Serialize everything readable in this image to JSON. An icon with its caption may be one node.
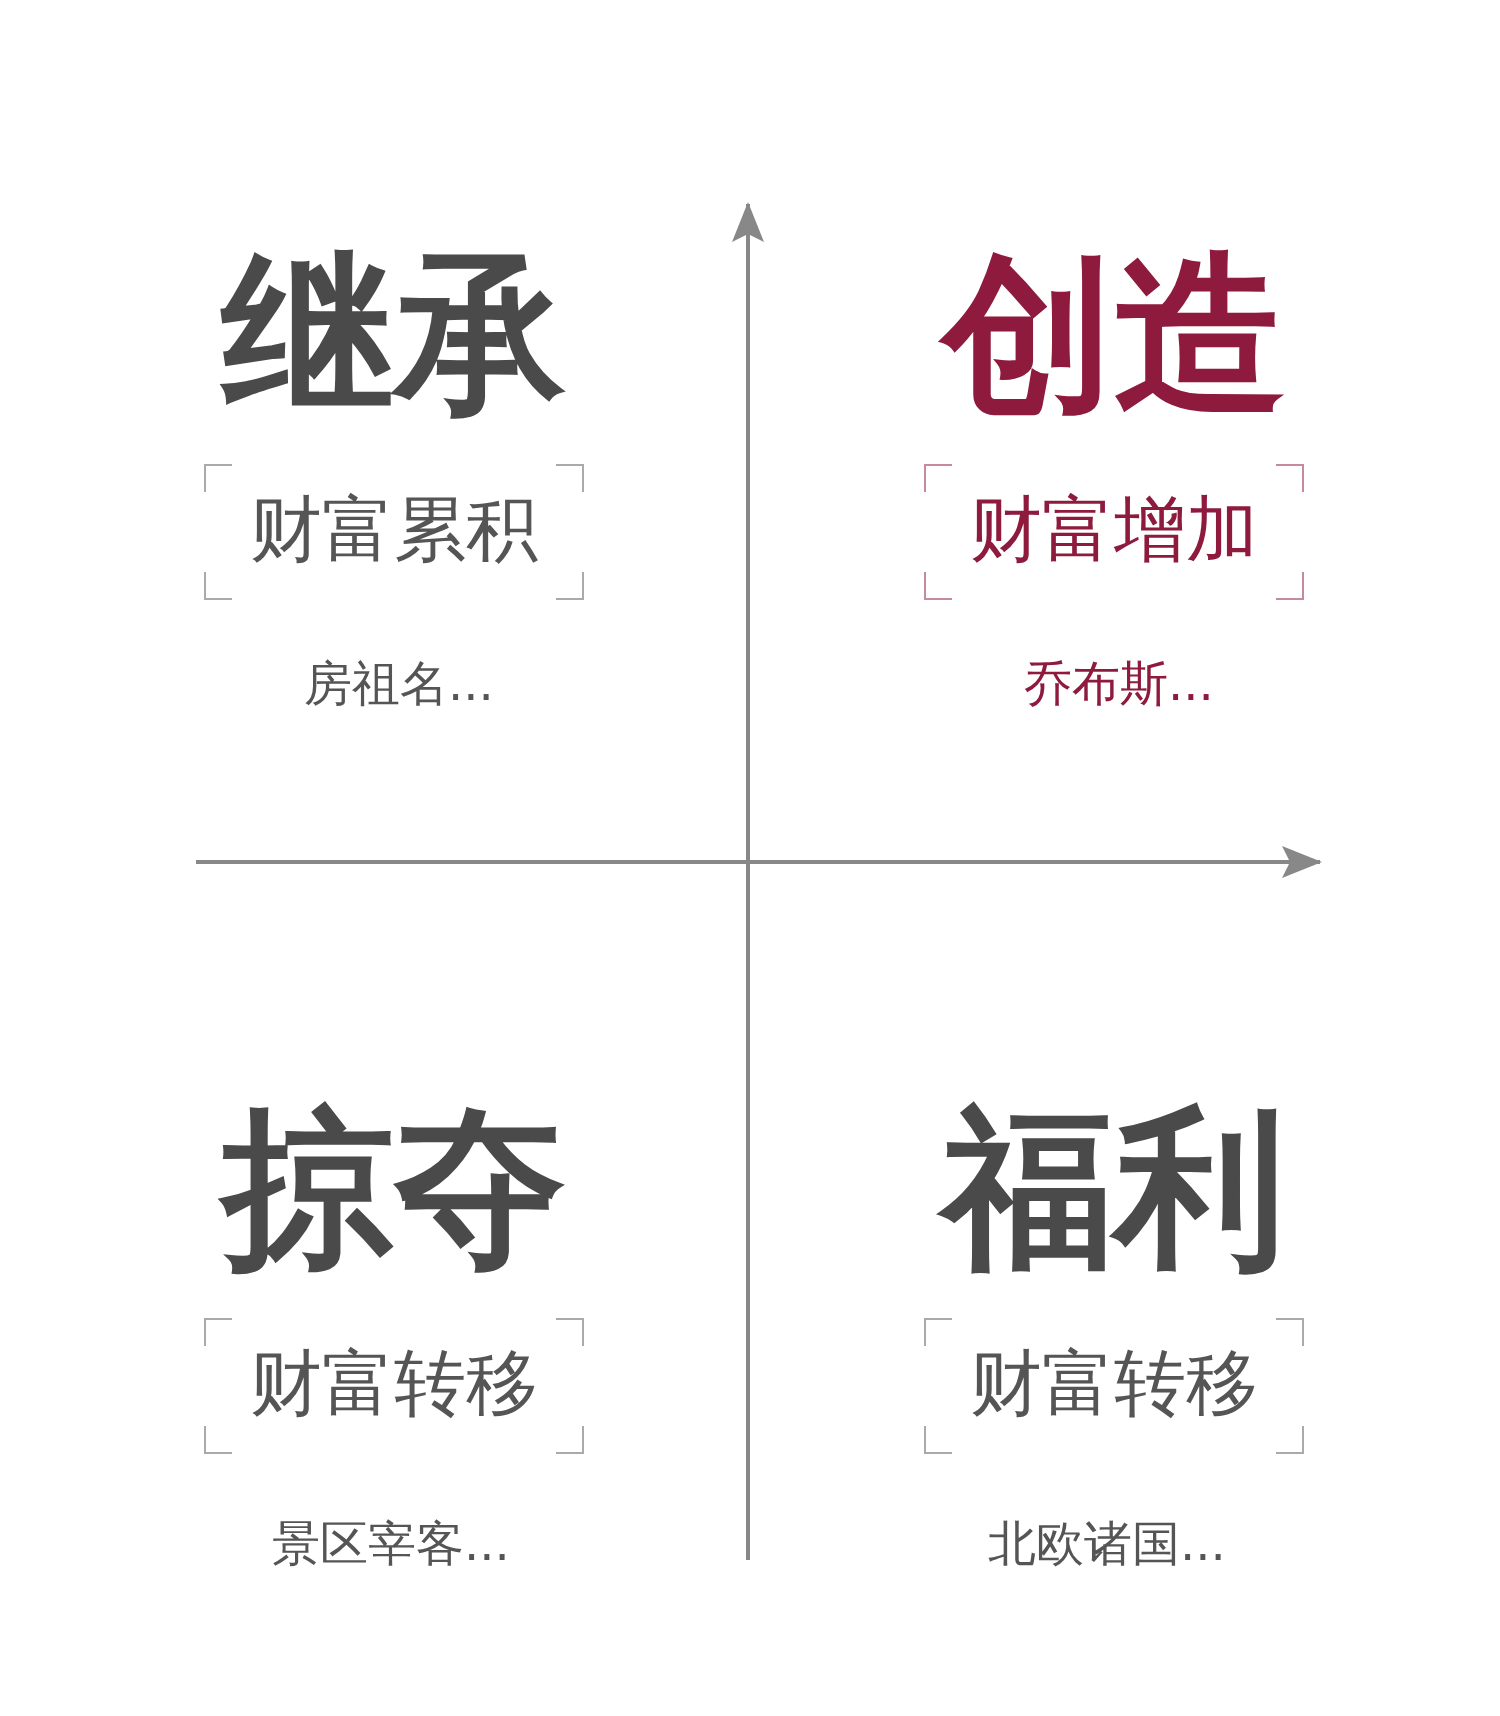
{
  "diagram": {
    "nodes": [
      {
        "text": [
          "继承",
          "财富累积"
        ],
        "beside": [
          "房祖名..."
        ]
      },
      {
        "text": [
          "创造",
          "财富增加"
        ],
        "beside": [
          "乔布斯..."
        ]
      },
      {
        "text": [
          "掠夺",
          "财富转移"
        ],
        "beside": [
          "景区宰客..."
        ]
      },
      {
        "text": [
          "福利",
          "财富转移"
        ],
        "beside": [
          "北欧诸国..."
        ]
      }
    ],
    "edges": []
  }
}
